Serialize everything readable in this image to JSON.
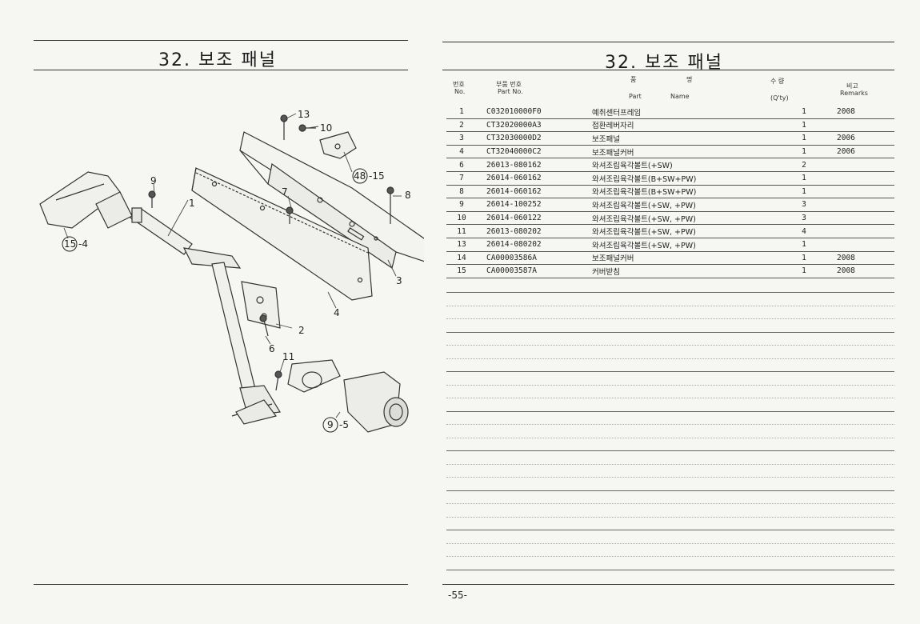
{
  "left_page": {
    "title": "32. 보조 패널",
    "callouts": [
      {
        "id": "c13",
        "label": "13"
      },
      {
        "id": "c10",
        "label": "10"
      },
      {
        "id": "c48",
        "label": "48",
        "suffix": "-15"
      },
      {
        "id": "c8",
        "label": "8"
      },
      {
        "id": "c7",
        "label": "7"
      },
      {
        "id": "c9a",
        "label": "9"
      },
      {
        "id": "c1",
        "label": "1"
      },
      {
        "id": "c15",
        "label": "15",
        "suffix": "-4"
      },
      {
        "id": "c3",
        "label": "3"
      },
      {
        "id": "c4",
        "label": "4"
      },
      {
        "id": "c2",
        "label": "2"
      },
      {
        "id": "c6",
        "label": "6"
      },
      {
        "id": "c11",
        "label": "11"
      },
      {
        "id": "c9b",
        "label": "9",
        "suffix": "-5"
      }
    ]
  },
  "right_page": {
    "title": "32. 보조 패널",
    "headers": {
      "no_kr": "번호",
      "no_en": "No.",
      "part_no_kr": "부품 번호",
      "part_no_en": "Part  No.",
      "name_kr_1": "품",
      "name_kr_2": "명",
      "name_en_1": "Part",
      "name_en_2": "Name",
      "qty_kr": "수  량",
      "qty_en": "(Q'ty)",
      "remarks_kr": "비고",
      "remarks_en": "Remarks"
    },
    "rows": [
      {
        "no": "1",
        "part_no": "C032010000F0",
        "name": "예취센터프레임",
        "qty": "1",
        "remarks": "2008"
      },
      {
        "no": "2",
        "part_no": "CT32020000A3",
        "name": "접환레버자리",
        "qty": "1",
        "remarks": ""
      },
      {
        "no": "3",
        "part_no": "CT32030000D2",
        "name": "보조패널",
        "qty": "1",
        "remarks": "2006"
      },
      {
        "no": "4",
        "part_no": "CT32040000C2",
        "name": "보조패널커버",
        "qty": "1",
        "remarks": "2006"
      },
      {
        "no": "6",
        "part_no": "26013-080162",
        "name": "와셔조립육각볼트(+SW)",
        "qty": "2",
        "remarks": ""
      },
      {
        "no": "7",
        "part_no": "26014-060162",
        "name": "와셔조립육각볼트(B+SW+PW)",
        "qty": "1",
        "remarks": ""
      },
      {
        "no": "8",
        "part_no": "26014-060162",
        "name": "와셔조립육각볼트(B+SW+PW)",
        "qty": "1",
        "remarks": ""
      },
      {
        "no": "9",
        "part_no": "26014-100252",
        "name": "와셔조립육각볼트(+SW, +PW)",
        "qty": "3",
        "remarks": ""
      },
      {
        "no": "10",
        "part_no": "26014-060122",
        "name": "와셔조립육각볼트(+SW, +PW)",
        "qty": "3",
        "remarks": ""
      },
      {
        "no": "11",
        "part_no": "26013-080202",
        "name": "와셔조립육각볼트(+SW, +PW)",
        "qty": "4",
        "remarks": ""
      },
      {
        "no": "13",
        "part_no": "26014-080202",
        "name": "와셔조립육각볼트(+SW, +PW)",
        "qty": "1",
        "remarks": ""
      },
      {
        "no": "14",
        "part_no": "CA00003586A",
        "name": "보조패널커버",
        "qty": "1",
        "remarks": "2008"
      },
      {
        "no": "15",
        "part_no": "CA00003587A",
        "name": "커버받침",
        "qty": "1",
        "remarks": "2008"
      }
    ],
    "page_number": "-55-"
  }
}
